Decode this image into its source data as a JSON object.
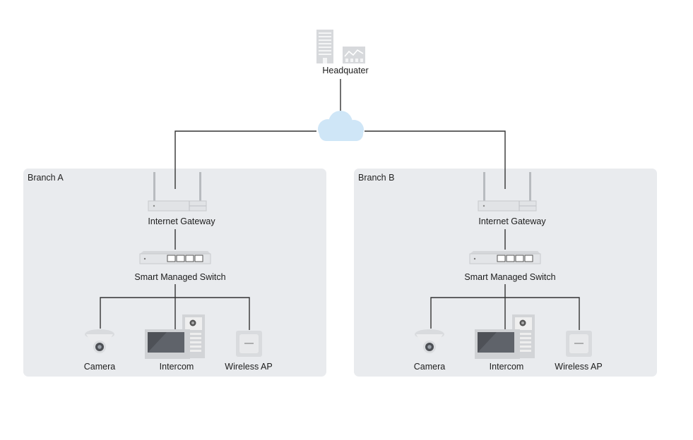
{
  "headquarter": {
    "label": "Headquater"
  },
  "branches": [
    {
      "title": "Branch A",
      "gateway_label": "Internet Gateway",
      "switch_label": "Smart Managed Switch",
      "devices": [
        "Camera",
        "Intercom",
        "Wireless AP"
      ]
    },
    {
      "title": "Branch B",
      "gateway_label": "Internet Gateway",
      "switch_label": "Smart Managed Switch",
      "devices": [
        "Camera",
        "Intercom",
        "Wireless AP"
      ]
    }
  ],
  "colors": {
    "branch_bg": "#e9ebee",
    "line": "#333333",
    "cloud": "#cfe6f7",
    "device": "#d9dbde"
  }
}
